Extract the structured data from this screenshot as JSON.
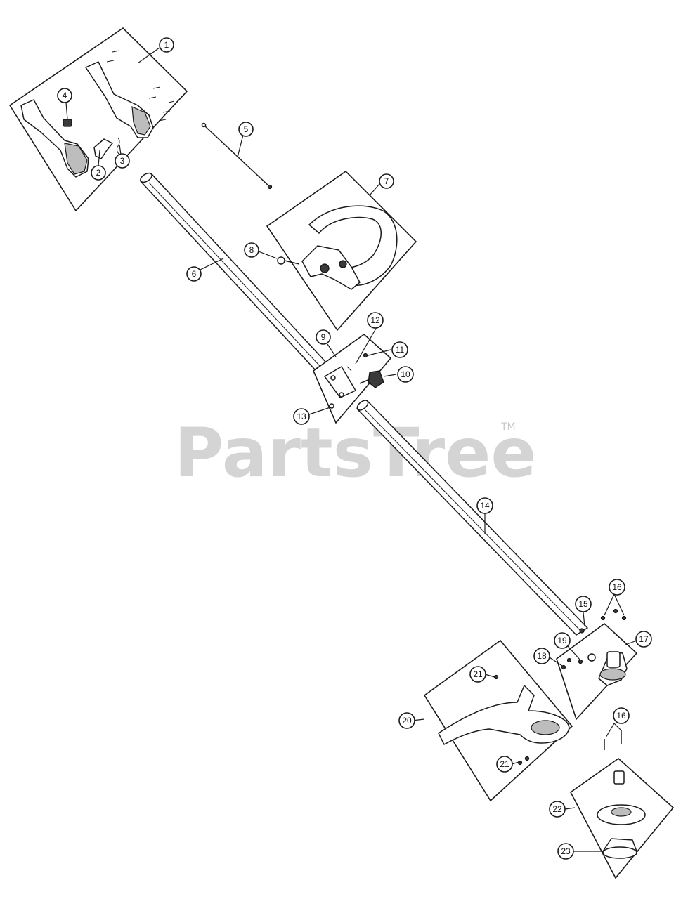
{
  "watermark": {
    "text": "PartsTree",
    "trademark": "TM"
  },
  "callouts": [
    "1",
    "2",
    "3",
    "4",
    "5",
    "6",
    "7",
    "8",
    "9",
    "10",
    "11",
    "12",
    "13",
    "14",
    "15",
    "16",
    "16",
    "17",
    "18",
    "19",
    "20",
    "21",
    "21",
    "22",
    "23"
  ]
}
